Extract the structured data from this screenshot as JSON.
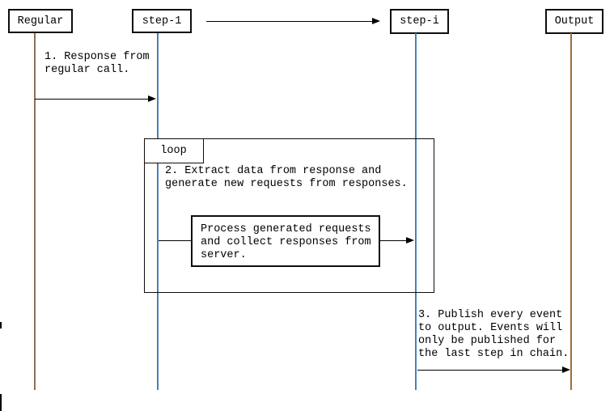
{
  "colors": {
    "line": "#000000",
    "background": "#ffffff",
    "lifeline_fringe_left": "#9a6a33",
    "lifeline_fringe_right": "#4f82b8"
  },
  "actors": [
    {
      "label": "Regular"
    },
    {
      "label": "step-1"
    },
    {
      "label": "step-i"
    },
    {
      "label": "Output"
    }
  ],
  "loop": {
    "label": "loop"
  },
  "messages": {
    "msg1": "1. Response from\nregular call.",
    "msg2": "2. Extract data from response and\ngenerate new requests from responses.",
    "process": "Process generated requests\nand collect responses from\nserver.",
    "msg3": "3. Publish every event\nto output. Events will\nonly be published for\nthe last step in chain."
  }
}
